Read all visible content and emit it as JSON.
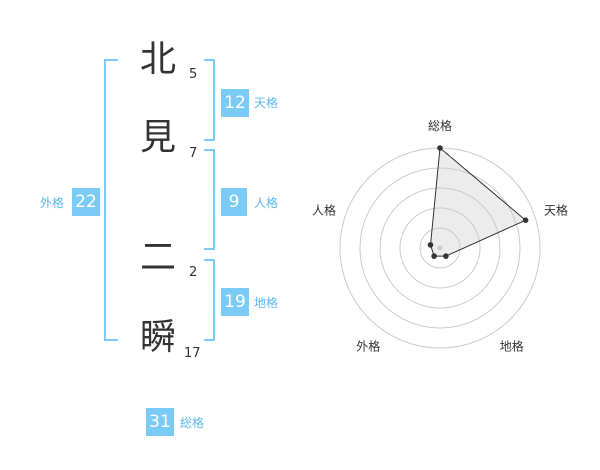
{
  "name": {
    "chars": [
      {
        "char": "北",
        "strokes": "5"
      },
      {
        "char": "見",
        "strokes": "7"
      },
      {
        "char": "二",
        "strokes": "2"
      },
      {
        "char": "瞬",
        "strokes": "17"
      }
    ]
  },
  "kaku": {
    "tenkaku": {
      "label": "天格",
      "value": "12"
    },
    "jinkaku": {
      "label": "人格",
      "value": "9"
    },
    "chikaku": {
      "label": "地格",
      "value": "19"
    },
    "gaikaku": {
      "label": "外格",
      "value": "22"
    },
    "soukaku": {
      "label": "総格",
      "value": "31"
    }
  },
  "colors": {
    "accent": "#7ccbf7",
    "bracket": "#7ccbf7",
    "label": "#5bb8ef"
  },
  "radar": {
    "axes": [
      "総格",
      "天格",
      "地格",
      "外格",
      "人格"
    ],
    "levels": [
      1,
      0.9,
      0.1,
      0.1,
      0.1
    ],
    "level_max": 1
  }
}
